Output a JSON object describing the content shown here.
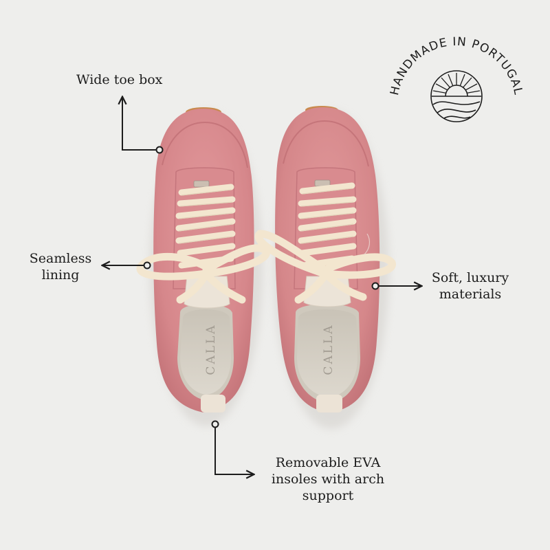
{
  "callouts": {
    "toe_box": {
      "lines": [
        "Wide toe box"
      ]
    },
    "lining": {
      "lines": [
        "Seamless",
        "lining"
      ]
    },
    "materials": {
      "lines": [
        "Soft, luxury",
        "materials"
      ]
    },
    "insoles": {
      "lines": [
        "Removable EVA",
        "insoles with arch",
        "support"
      ]
    }
  },
  "badge": {
    "text": "HANDMADE IN PORTUGAL"
  },
  "insole_brand": {
    "text": "CALLA"
  },
  "colors": {
    "background": "#eeeeec",
    "suede": "#d98a8e",
    "laces": "#f3e6cf",
    "insole": "#d4cfc4",
    "ink": "#1c1c1c"
  },
  "icons": [
    "sun-over-hills-icon",
    "arrow-icon"
  ]
}
